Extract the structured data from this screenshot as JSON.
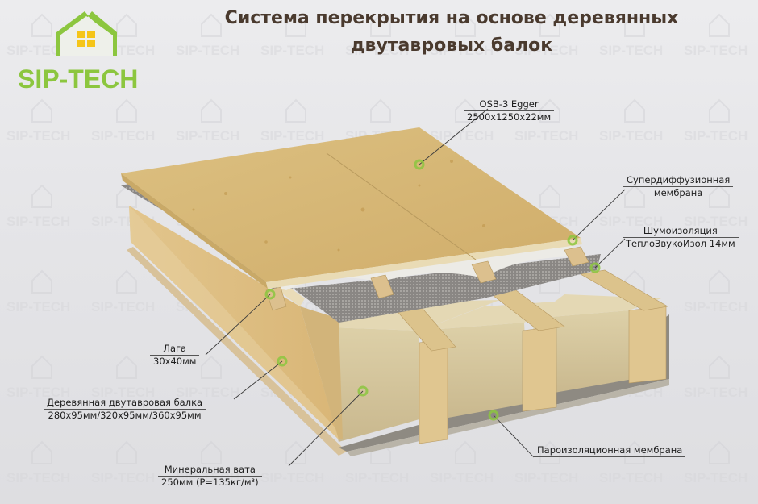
{
  "logo": {
    "text": "SIP-TECH",
    "icon": "house-hands-icon",
    "brand_color": "#8cc63f",
    "window_color": "#f5c518"
  },
  "title": {
    "line1": "Система перекрытия на основе деревянных",
    "line2": "двутавровых балок",
    "color": "#4a3a2e"
  },
  "watermark": {
    "text": "SIP-TECH"
  },
  "labels": {
    "osb": {
      "line1": "OSB-3 Egger",
      "line2": "2500x1250x22мм"
    },
    "membrane": {
      "line1": "Супердиффузионная",
      "line2": "мембрана"
    },
    "noise": {
      "line1": "Шумоизоляция",
      "line2": "ТеплоЗвукоИзол 14мм"
    },
    "laga": {
      "line1": "Лага",
      "line2": "30x40мм"
    },
    "beam": {
      "line1": "Деревянная двутавровая балка",
      "line2": "280x95мм/320x95мм/360x95мм"
    },
    "wool": {
      "line1": "Минеральная вата",
      "line2": "250мм (P=135кг/м³)"
    },
    "vapor": {
      "line1": "Пароизоляционная мембрана"
    }
  },
  "colors": {
    "osb": "#d8b878",
    "wood": "#e2c79a",
    "wool": "#d4c59c",
    "felt": "#8d8a86",
    "marker": "#8cc63f"
  }
}
